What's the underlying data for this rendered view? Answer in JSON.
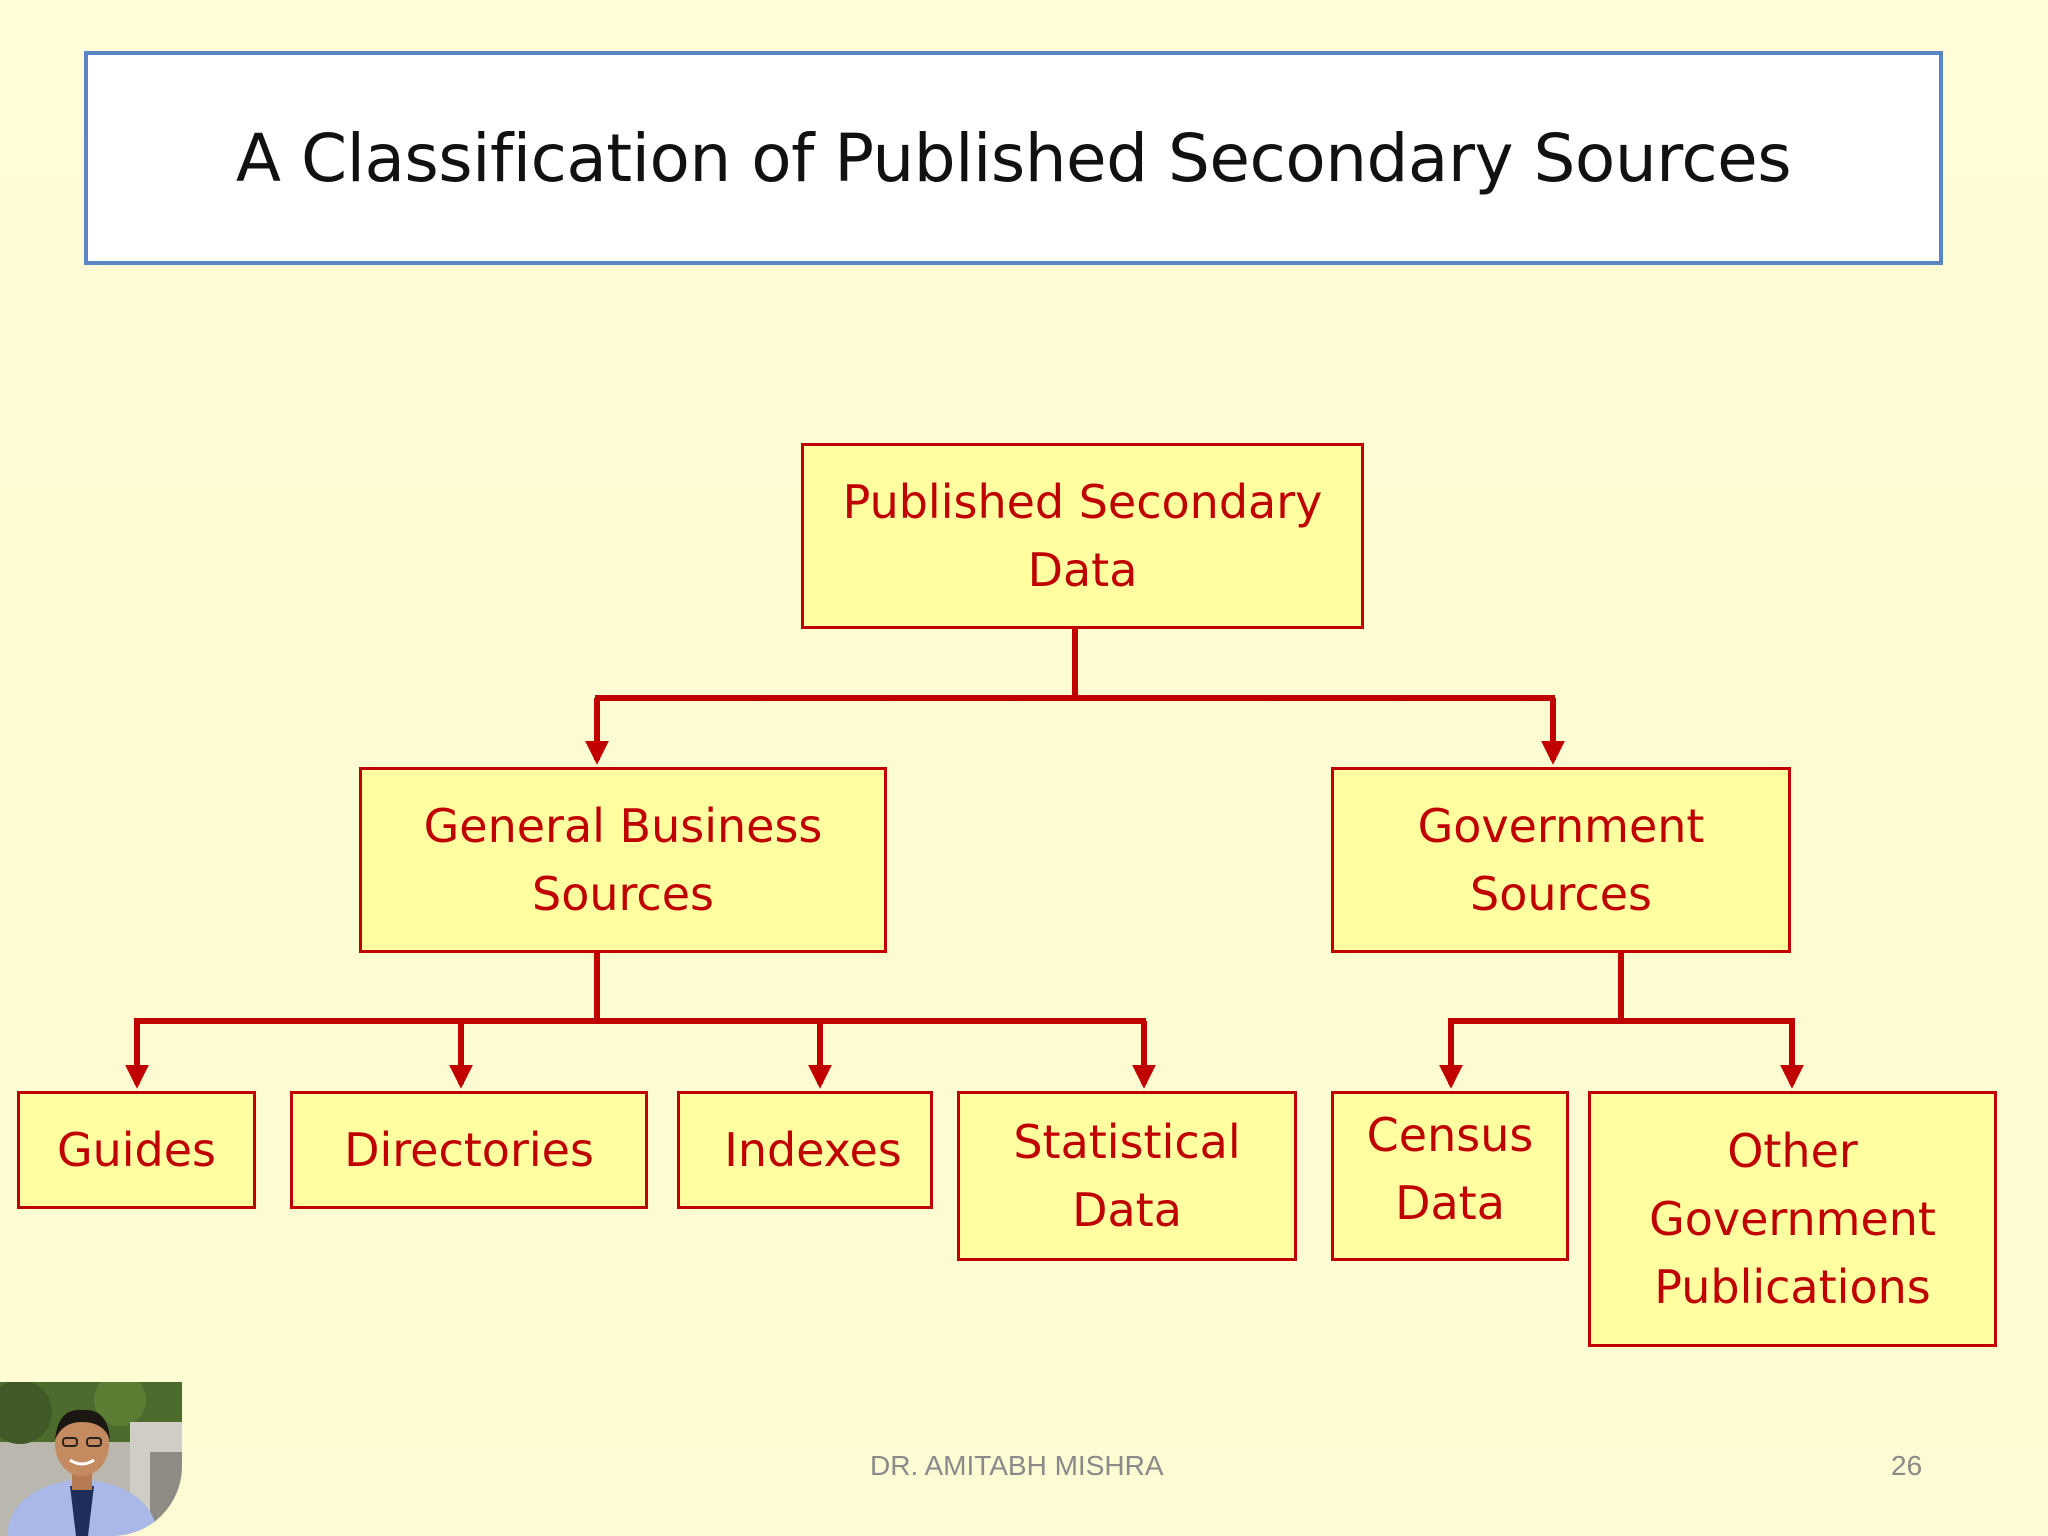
{
  "title": "A Classification of Published Secondary Sources",
  "colors": {
    "node_border": "#c00000",
    "node_fill": "#fffea0",
    "node_text": "#c00000",
    "connector": "#c00000",
    "title_border": "#5a87c4",
    "background": "#fefdd8"
  },
  "diagram": {
    "root": "Published Secondary\nData",
    "level1": {
      "general_business": "General Business\nSources",
      "government": "Government\nSources"
    },
    "general_business_children": {
      "guides": "Guides",
      "directories": "Directories",
      "indexes": "Indexes",
      "statistical_data": "Statistical\nData"
    },
    "government_children": {
      "census_data": "Census\nData",
      "other_publications": "Other\nGovernment\nPublications"
    }
  },
  "footer": {
    "author": "DR. AMITABH MISHRA",
    "page_number": "26"
  }
}
